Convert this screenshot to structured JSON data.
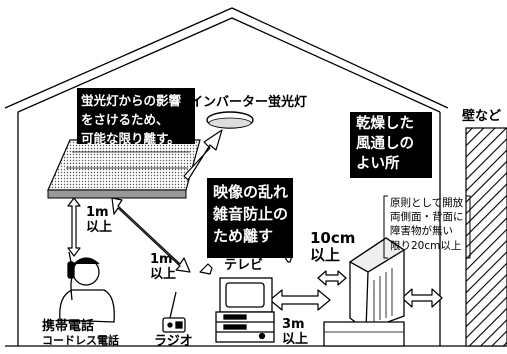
{
  "callouts": {
    "keep_away_from_fluorescent": [
      "蛍光灯からの影響",
      "をさけるため、",
      "可能な限り離す。"
    ],
    "avoid_image_noise": [
      "映像の乱れ",
      "雑音防止の",
      "ため離す"
    ],
    "dry_ventilated_place": [
      "乾燥した",
      "風通しの",
      "よい所"
    ]
  },
  "labels": {
    "inverter_fluorescent": "インバーター蛍光灯",
    "wall": "壁など",
    "clearance_note": [
      "原則として開放",
      "両側面・背面に",
      "障害物が無い",
      "限り20cm以上"
    ],
    "dist_phone": [
      "1m",
      "以上"
    ],
    "dist_radio": [
      "1m",
      "以上"
    ],
    "dist_side": [
      "10cm",
      "以上"
    ],
    "dist_tv": [
      "3m",
      "以上"
    ],
    "tv": "テレビ",
    "radio": "ラジオ",
    "phone": [
      "携帯電話",
      "コードレス電話"
    ]
  }
}
